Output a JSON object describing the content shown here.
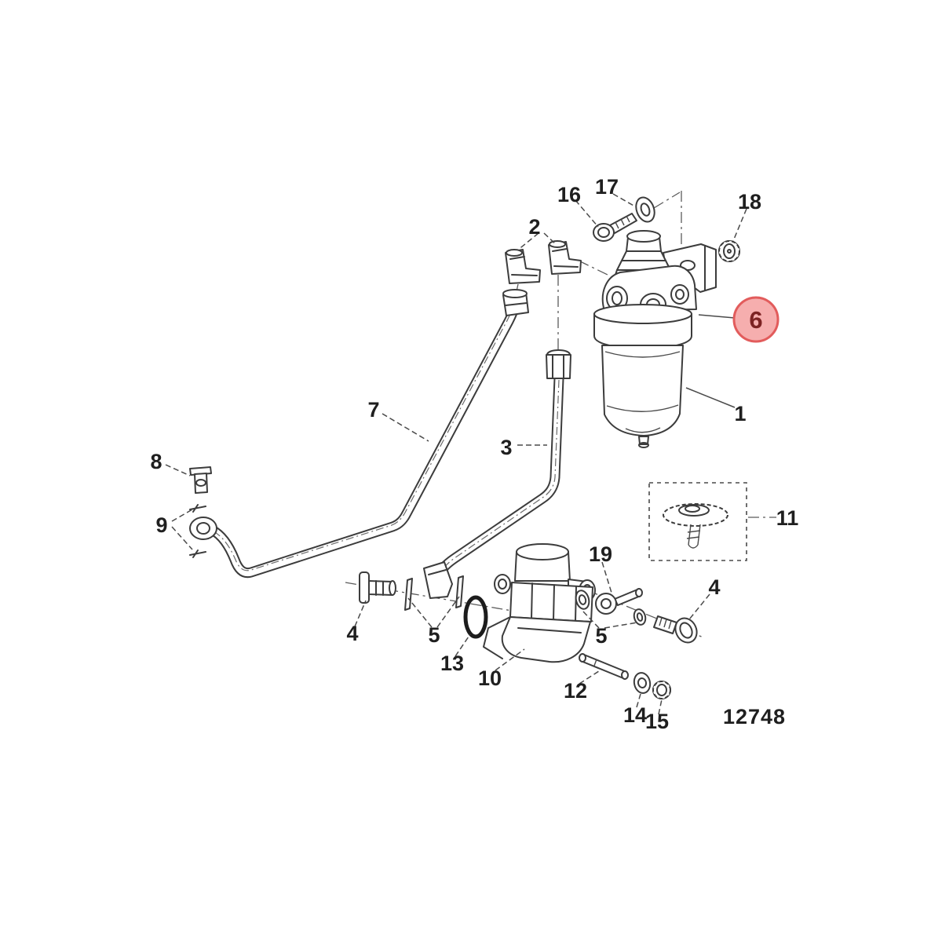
{
  "diagram": {
    "kind": "exploded-parts-diagram",
    "subject": "fuel-filter-and-fuel-pump-assembly",
    "drawing_number": "12748",
    "ink_color": "#3c3c3c",
    "highlight": {
      "circle_fill": "#f6aeae",
      "circle_stroke": "#e25c5c",
      "number_color": "#7c2222",
      "highlighted_label": "6"
    },
    "callouts": [
      {
        "label": "1",
        "part": "filter-bowl"
      },
      {
        "label": "2",
        "part": "elbow-fittings"
      },
      {
        "label": "3",
        "part": "fuel-line-outlet"
      },
      {
        "label": "4",
        "part": "banjo-bolt-left"
      },
      {
        "label": "5",
        "part": "sealing-washers-left"
      },
      {
        "label": "6",
        "part": "filter-ring-highlighted"
      },
      {
        "label": "7",
        "part": "fuel-line-inlet"
      },
      {
        "label": "8",
        "part": "connector-fitting"
      },
      {
        "label": "9",
        "part": "banjo-eye-fitting"
      },
      {
        "label": "10",
        "part": "fuel-pump"
      },
      {
        "label": "11",
        "part": "float-gauge"
      },
      {
        "label": "12",
        "part": "stud"
      },
      {
        "label": "13",
        "part": "o-ring"
      },
      {
        "label": "14",
        "part": "washer"
      },
      {
        "label": "15",
        "part": "lock-nut"
      },
      {
        "label": "16",
        "part": "screw"
      },
      {
        "label": "17",
        "part": "washer"
      },
      {
        "label": "18",
        "part": "nut"
      },
      {
        "label": "19",
        "part": "bolt"
      },
      {
        "label": "4",
        "part": "banjo-bolt-right"
      },
      {
        "label": "5",
        "part": "sealing-washers-right"
      }
    ]
  }
}
